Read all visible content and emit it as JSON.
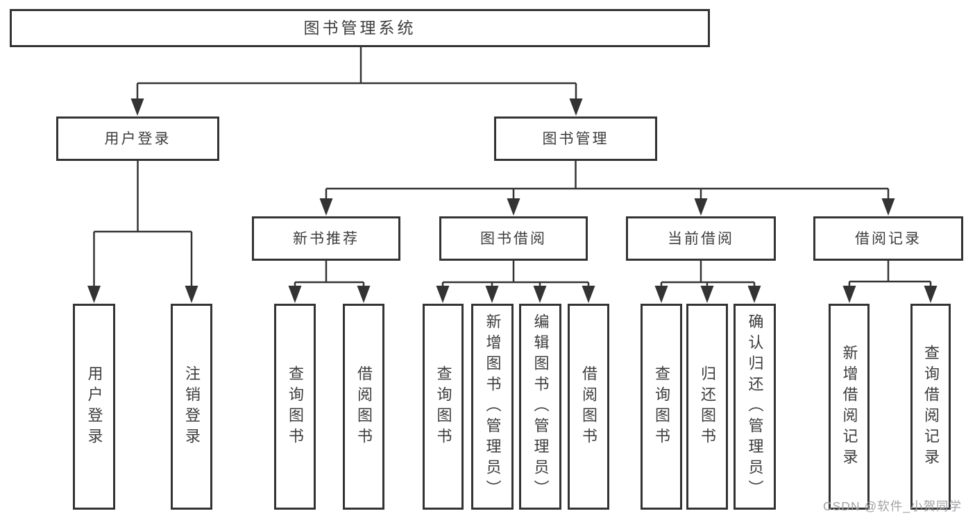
{
  "diagram_title": "图书管理系统",
  "tree": {
    "label": "图书管理系统",
    "children": [
      {
        "label": "用户登录",
        "children": [
          {
            "label": "用户登录"
          },
          {
            "label": "注销登录"
          }
        ]
      },
      {
        "label": "图书管理",
        "children": [
          {
            "label": "新书推荐",
            "children": [
              {
                "label": "查询图书"
              },
              {
                "label": "借阅图书"
              }
            ]
          },
          {
            "label": "图书借阅",
            "children": [
              {
                "label": "查询图书"
              },
              {
                "label": "新增图书（管理员）"
              },
              {
                "label": "编辑图书（管理员）"
              },
              {
                "label": "借阅图书"
              }
            ]
          },
          {
            "label": "当前借阅",
            "children": [
              {
                "label": "查询图书"
              },
              {
                "label": "归还图书"
              },
              {
                "label": "确认归还（管理员）"
              }
            ]
          },
          {
            "label": "借阅记录",
            "children": [
              {
                "label": "新增借阅记录"
              },
              {
                "label": "查询借阅记录"
              }
            ]
          }
        ]
      }
    ]
  },
  "watermark": {
    "text": "CSDN @软件_小贺同学"
  },
  "colors": {
    "line": "#333333",
    "box_border": "#333333",
    "box_fill": "#ffffff",
    "text": "#3d3d3d",
    "watermark_text": "#a2a2a6",
    "background": "#ffffff"
  }
}
